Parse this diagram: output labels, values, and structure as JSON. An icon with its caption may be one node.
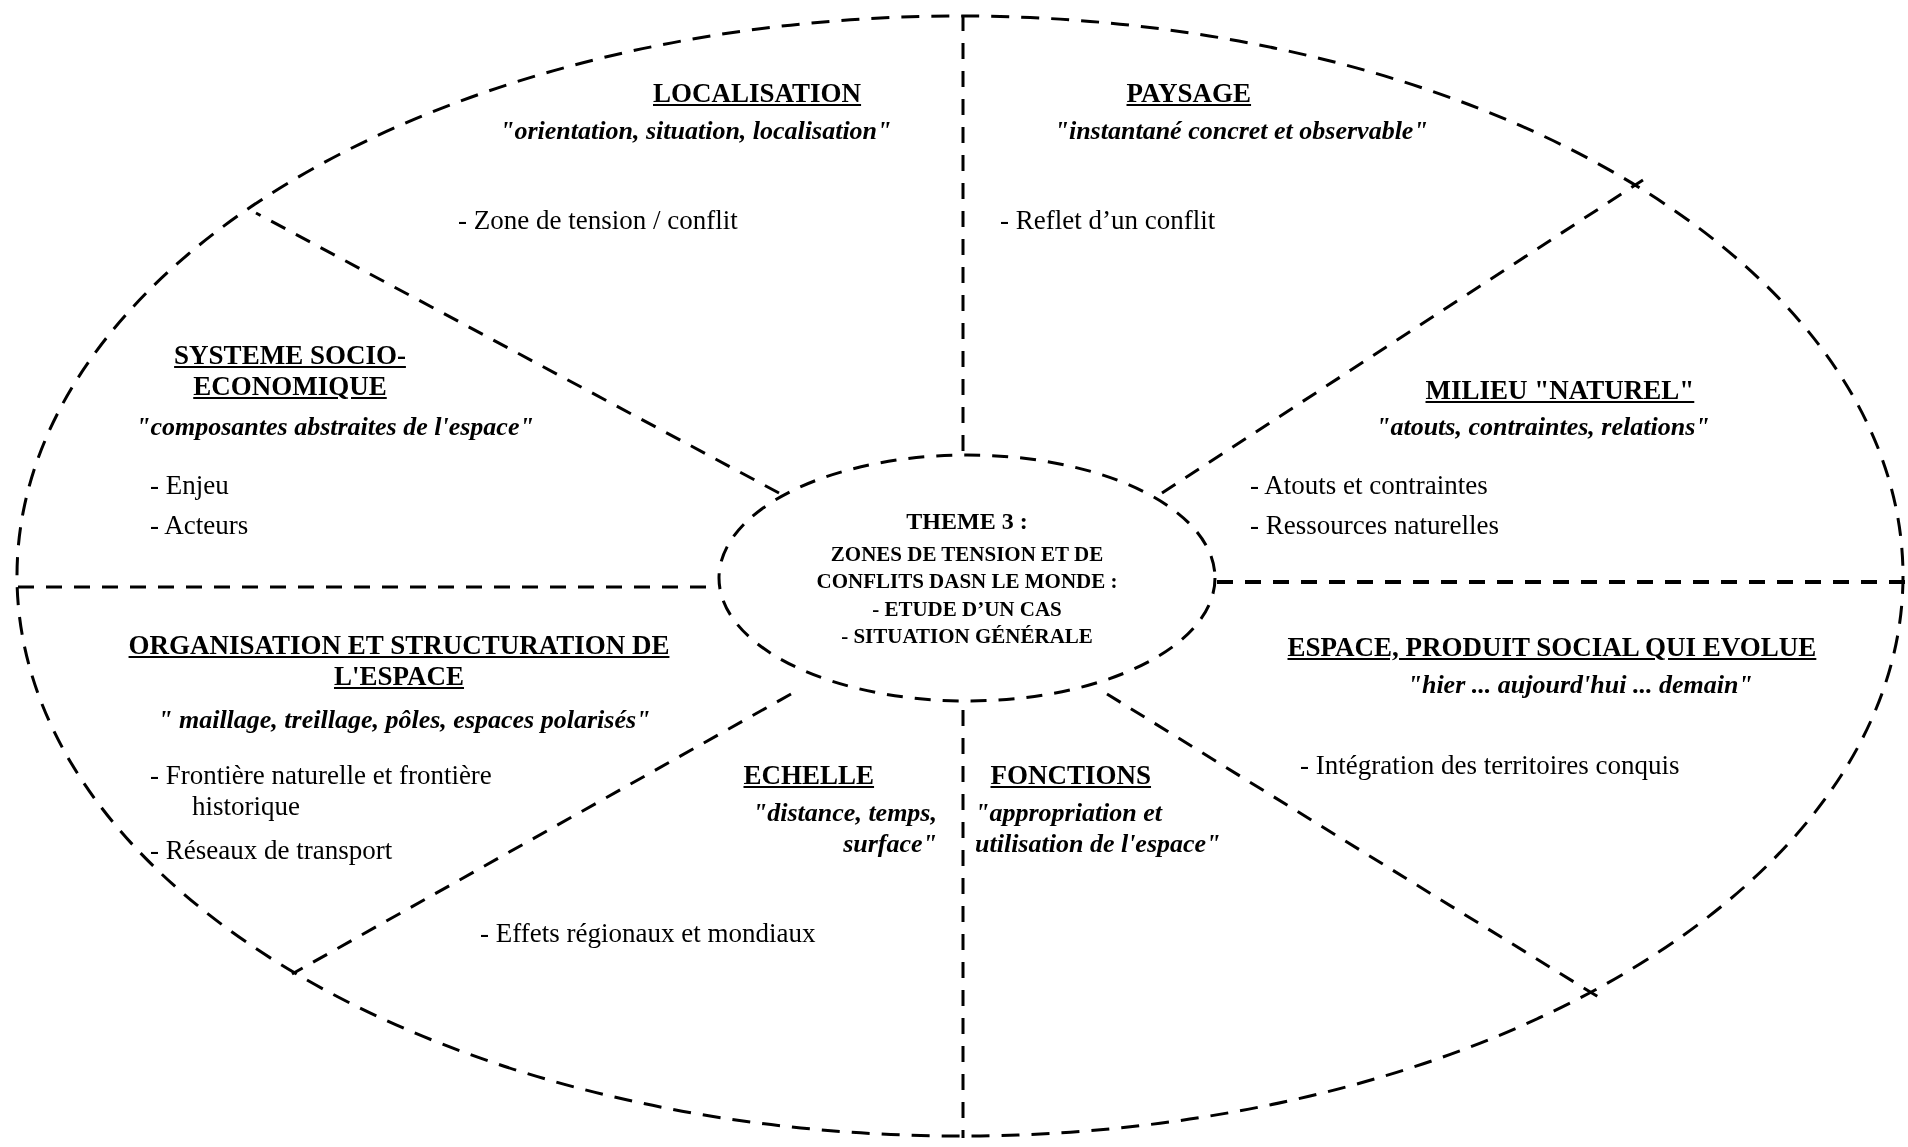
{
  "diagram": {
    "nodes": [
      {
        "text": [],
        "shape": "ellipse"
      },
      {
        "text": [
          "THEME 3 :",
          "ZONES DE TENSION ET DE CONFLITS DASN LE MONDE :",
          "- ETUDE D’UN CAS",
          "- SITUATION GÉNÉRALE"
        ],
        "in": 0
      },
      {
        "text": [
          "LOCALISATION",
          "\"orientation, situation, localisation\"",
          "- Zone de tension / conflit"
        ],
        "in": 0
      },
      {
        "text": [
          "PAYSAGE",
          "\"instantané concret et observable\"",
          "- Reflet d’un conflit"
        ],
        "in": 0
      },
      {
        "text": [
          "SYSTEME SOCIO-ECONOMIQUE",
          "\"composantes abstraites de l'espace\"",
          "- Enjeu",
          "- Acteurs"
        ],
        "in": 0
      },
      {
        "text": [
          "MILIEU \"NATUREL\"",
          "\"atouts, contraintes, relations\"",
          "- Atouts et contraintes",
          "- Ressources naturelles"
        ],
        "in": 0
      },
      {
        "text": [
          "ORGANISATION ET STRUCTURATION DE L'ESPACE",
          "\" maillage, treillage, pôles, espaces polarisés\"",
          "- Frontière naturelle et frontière historique",
          "- Réseaux de transport"
        ],
        "in": 0
      },
      {
        "text": [
          "ESPACE, PRODUIT SOCIAL QUI EVOLUE",
          "\"hier ... aujourd'hui ... demain\"",
          "- Intégration des territoires conquis"
        ],
        "in": 0
      },
      {
        "text": [
          "ECHELLE",
          "\"distance, temps, surface\"",
          "- Effets régionaux et mondiaux"
        ],
        "in": 0
      },
      {
        "text": [
          "FONCTIONS",
          "\"appropriation et utilisation de l'espace\""
        ],
        "in": 0
      }
    ]
  }
}
